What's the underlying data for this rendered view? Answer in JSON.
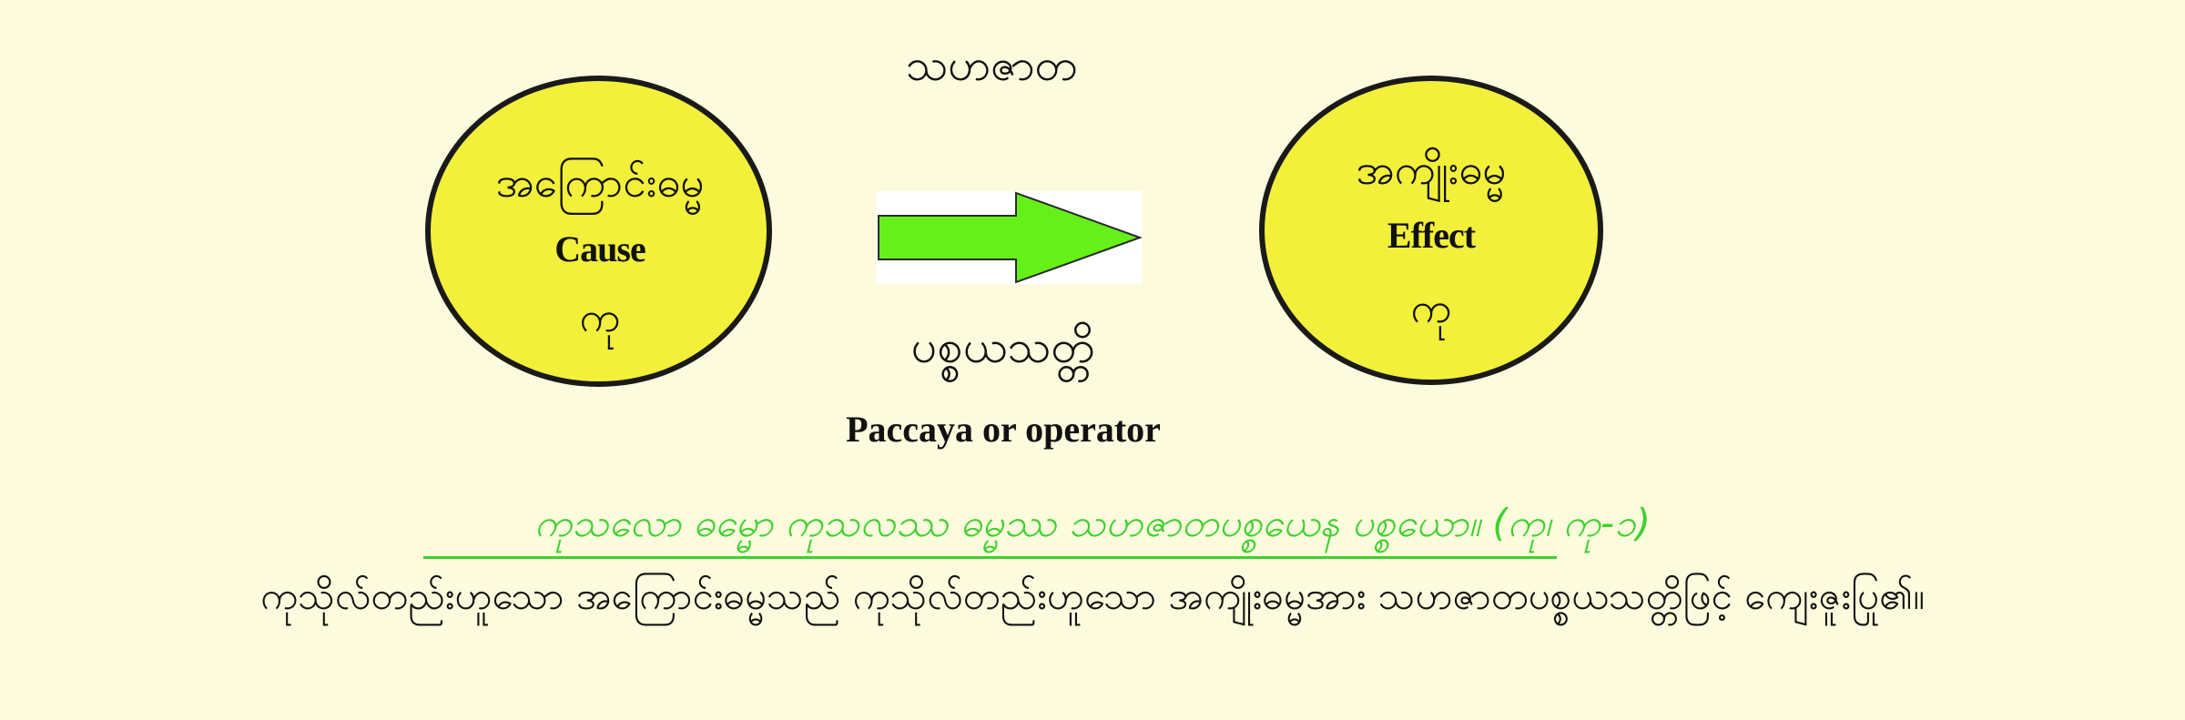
{
  "diagram": {
    "top_label": "သဟဇာတ",
    "cause": {
      "mm_label": "အကြောင်းဓမ္မ",
      "en_label": "Cause",
      "ku": "ကု"
    },
    "effect": {
      "mm_label": "အကျိုးဓမ္မ",
      "en_label": "Effect",
      "ku": "ကု"
    },
    "operator": {
      "mm_label": "ပစ္စယသတ္တိ",
      "en_label": "Paccaya or operator"
    },
    "pali_line": "ကုသလော ဓမ္မော ကုသလဿ ဓမ္မဿ သဟဇာတပစ္စယေန ပစ္စယော။ (ကု၊ ကု-၁)",
    "translation": "ကုသိုလ်တည်းဟူသော အကြောင်းဓမ္မသည် ကုသိုလ်တည်းဟူသော အကျိုးဓမ္မအား သဟဇာတပစ္စယသတ္တိဖြင့် ကျေးဇူးပြု၏။"
  },
  "colors": {
    "background": "#fcfbdd",
    "circle_fill": "#f2f03a",
    "circle_stroke": "#1a1a1a",
    "arrow_fill": "#66f01a",
    "pali_text": "#3fd02e"
  }
}
